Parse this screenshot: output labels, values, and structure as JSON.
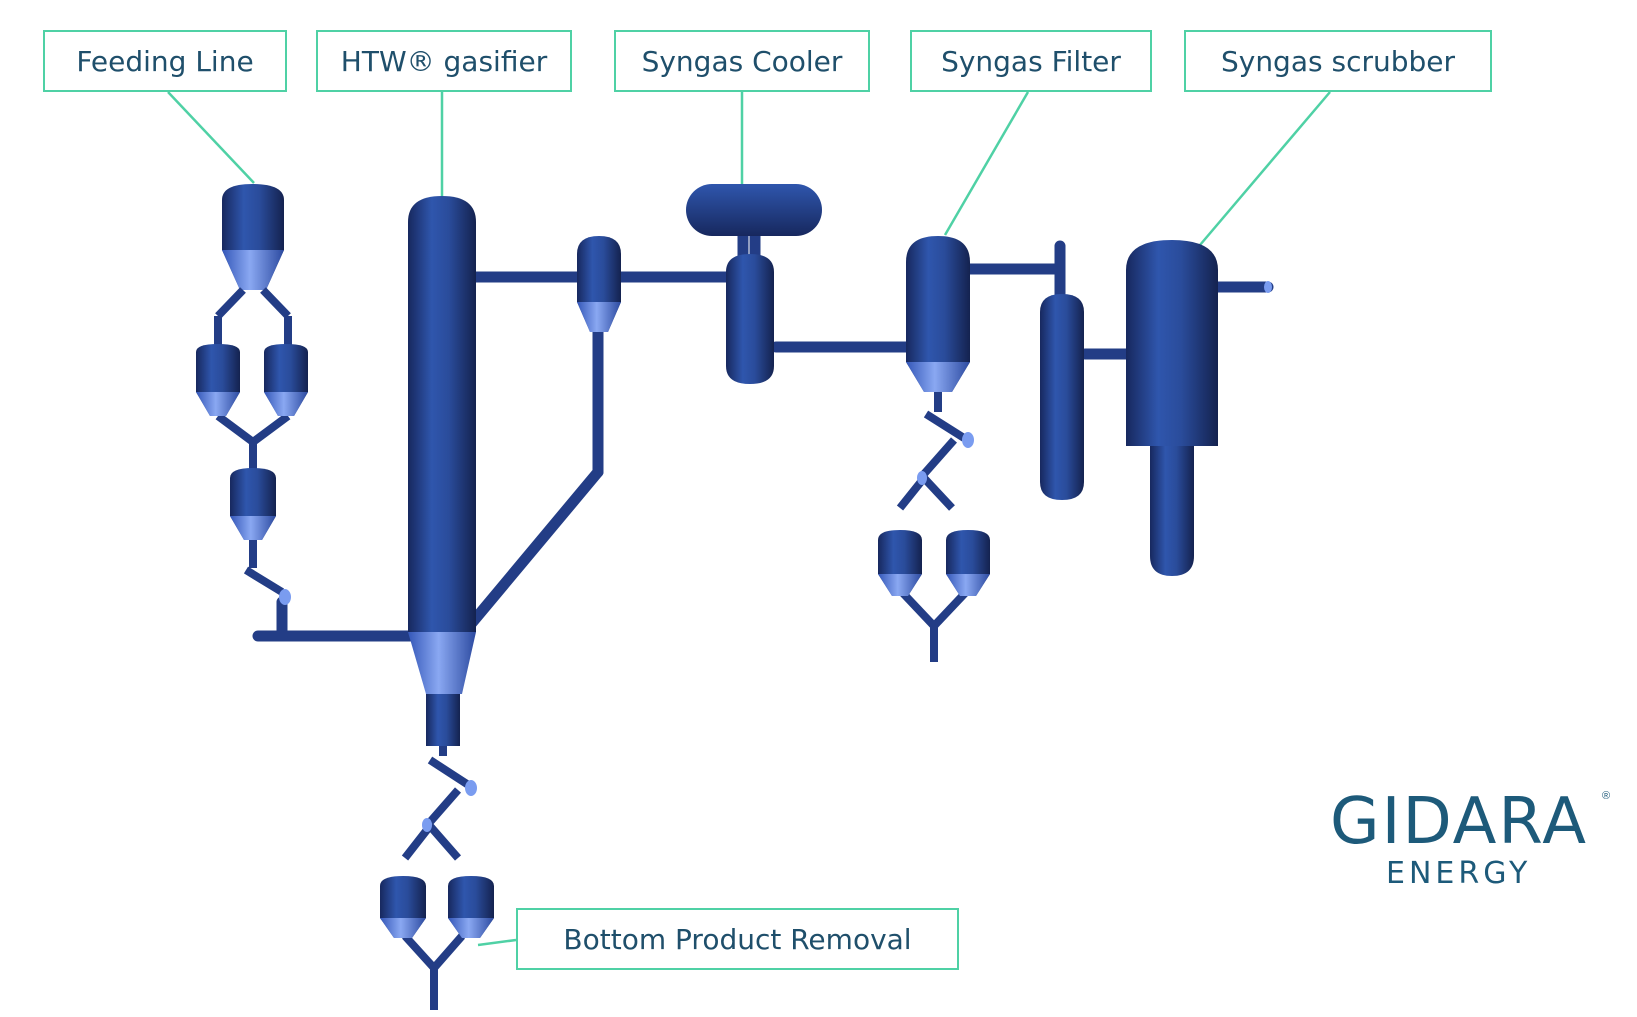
{
  "labels": {
    "feeding_line": "Feeding Line",
    "htw_gasifier": "HTW® gasifier",
    "syngas_cooler": "Syngas Cooler",
    "syngas_filter": "Syngas Filter",
    "syngas_scrubber": "Syngas scrubber",
    "bottom_product_removal": "Bottom Product Removal"
  },
  "logo": {
    "main": "GIDARA",
    "registered": "®",
    "sub": "ENERGY"
  },
  "colors": {
    "vessel_dark": "#1b2f6b",
    "vessel_mid": "#2c4c9c",
    "vessel_light": "#6d8fe0",
    "label_border": "#4fd1a5",
    "label_text": "#1f4f6b",
    "logo": "#1d5a7a"
  }
}
